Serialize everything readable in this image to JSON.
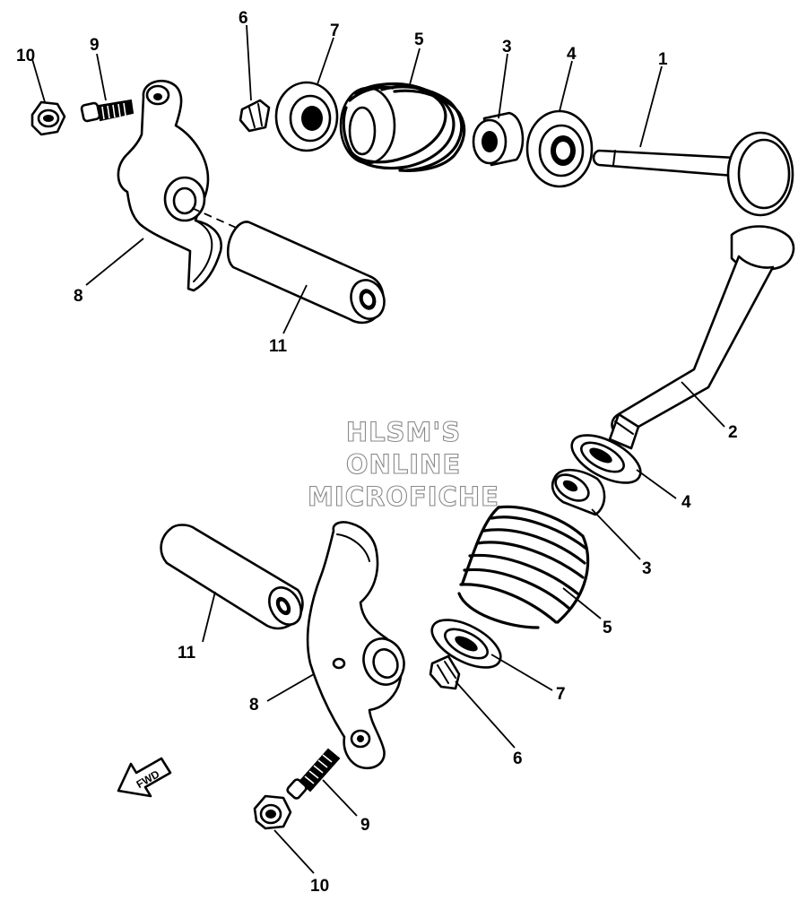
{
  "diagram": {
    "watermark": {
      "line1": "HLSM'S",
      "line2": "ONLINE",
      "line3": "MICROFICHE"
    },
    "direction_arrow": "FWD",
    "callouts_upper": [
      "10",
      "9",
      "6",
      "7",
      "5",
      "3",
      "4",
      "1",
      "8",
      "11"
    ],
    "callouts_lower": [
      "2",
      "4",
      "3",
      "5",
      "7",
      "6",
      "11",
      "8",
      "9",
      "10"
    ]
  }
}
